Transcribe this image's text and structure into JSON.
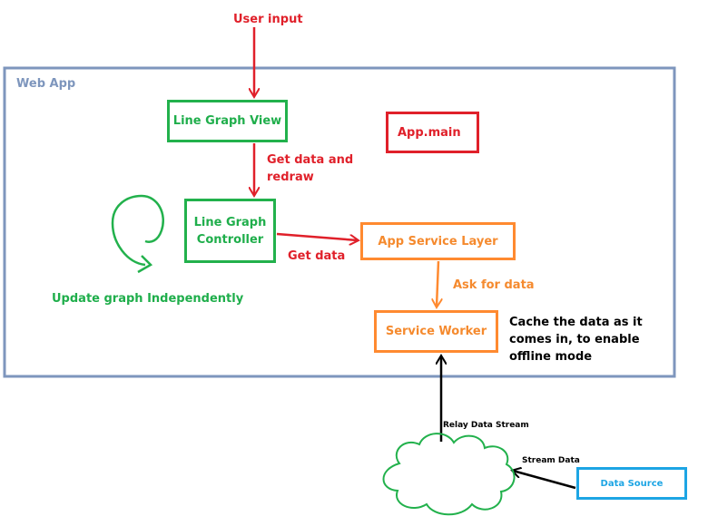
{
  "diagram": {
    "container": {
      "label": "Web App"
    },
    "nodes": {
      "line_graph_view": "Line Graph View",
      "app_main": "App.main",
      "line_graph_controller": "Line Graph Controller",
      "app_service_layer": "App Service Layer",
      "service_worker": "Service Worker",
      "data_source": "Data Source"
    },
    "edges": {
      "user_input": "User input",
      "get_data_and_redraw": "Get data and redraw",
      "get_data": "Get data",
      "ask_for_data": "Ask for data",
      "update_graph": "Update graph Independently",
      "relay_data_stream": "Relay Data Stream",
      "stream_data": "Stream Data"
    },
    "notes": {
      "cache": "Cache the data as it comes in, to enable offline mode"
    }
  },
  "colors": {
    "container_border": "#7e96bd",
    "red": "#e0202a",
    "green": "#22b14c",
    "orange": "#ff8a30",
    "blue": "#1da5e4",
    "black": "#000000"
  }
}
